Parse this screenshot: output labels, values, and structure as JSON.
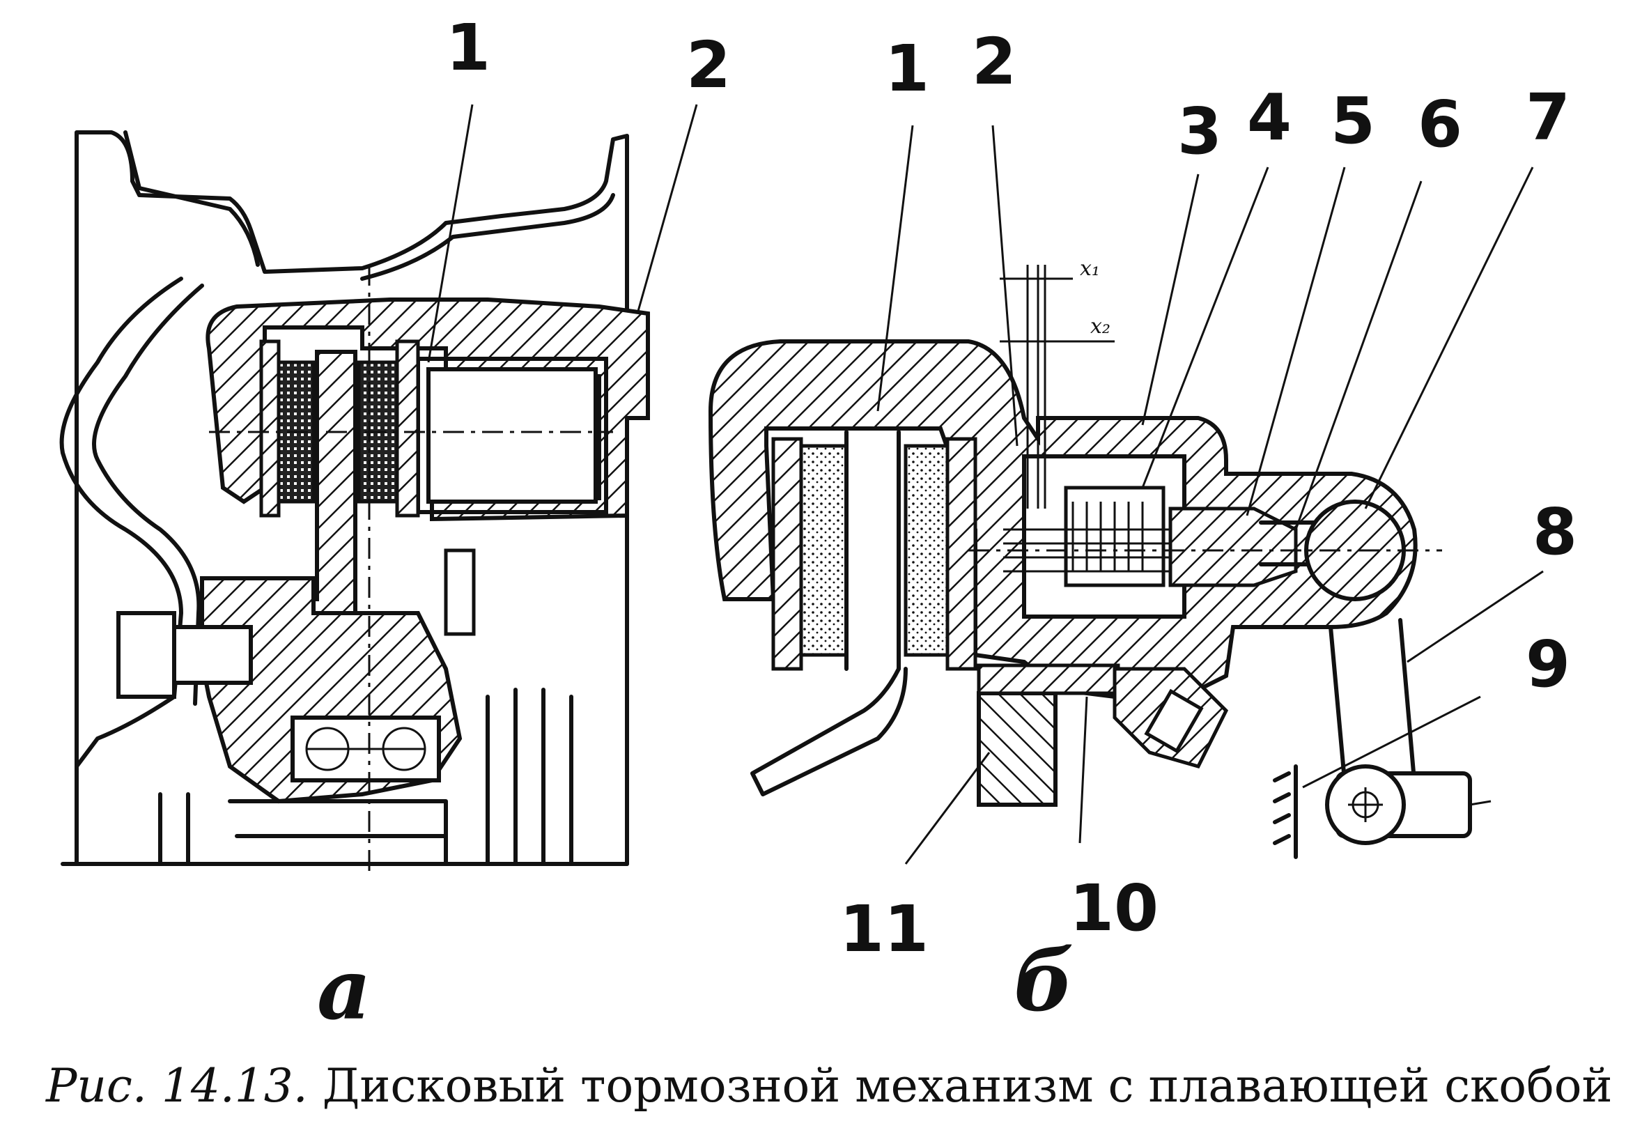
{
  "figure": {
    "caption_number": "Рис. 14.13.",
    "caption_text": "Дисковый тормозной механизм с плавающей скобой",
    "subfigures": [
      "a",
      "б"
    ],
    "labels_a": [
      "1",
      "2"
    ],
    "labels_b": [
      "1",
      "2",
      "3",
      "4",
      "5",
      "6",
      "7",
      "8",
      "9",
      "10",
      "11"
    ],
    "dimension_labels": [
      "x₁",
      "x₂"
    ]
  }
}
